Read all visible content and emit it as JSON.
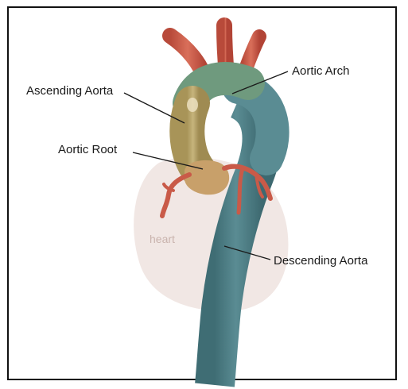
{
  "labels": {
    "aortic_arch": "Aortic Arch",
    "ascending_aorta": "Ascending Aorta",
    "aortic_root": "Aortic Root",
    "descending_aorta": "Descending Aorta",
    "heart": "heart"
  },
  "colors": {
    "heart": "#efe3df",
    "descending_aorta": "#4e7f86",
    "ascending_aorta": "#b9a66b",
    "aortic_arch": "#6f9a7e",
    "aortic_root": "#c8a06a",
    "branch_arteries": "#c95a48",
    "frame": "#111111"
  }
}
